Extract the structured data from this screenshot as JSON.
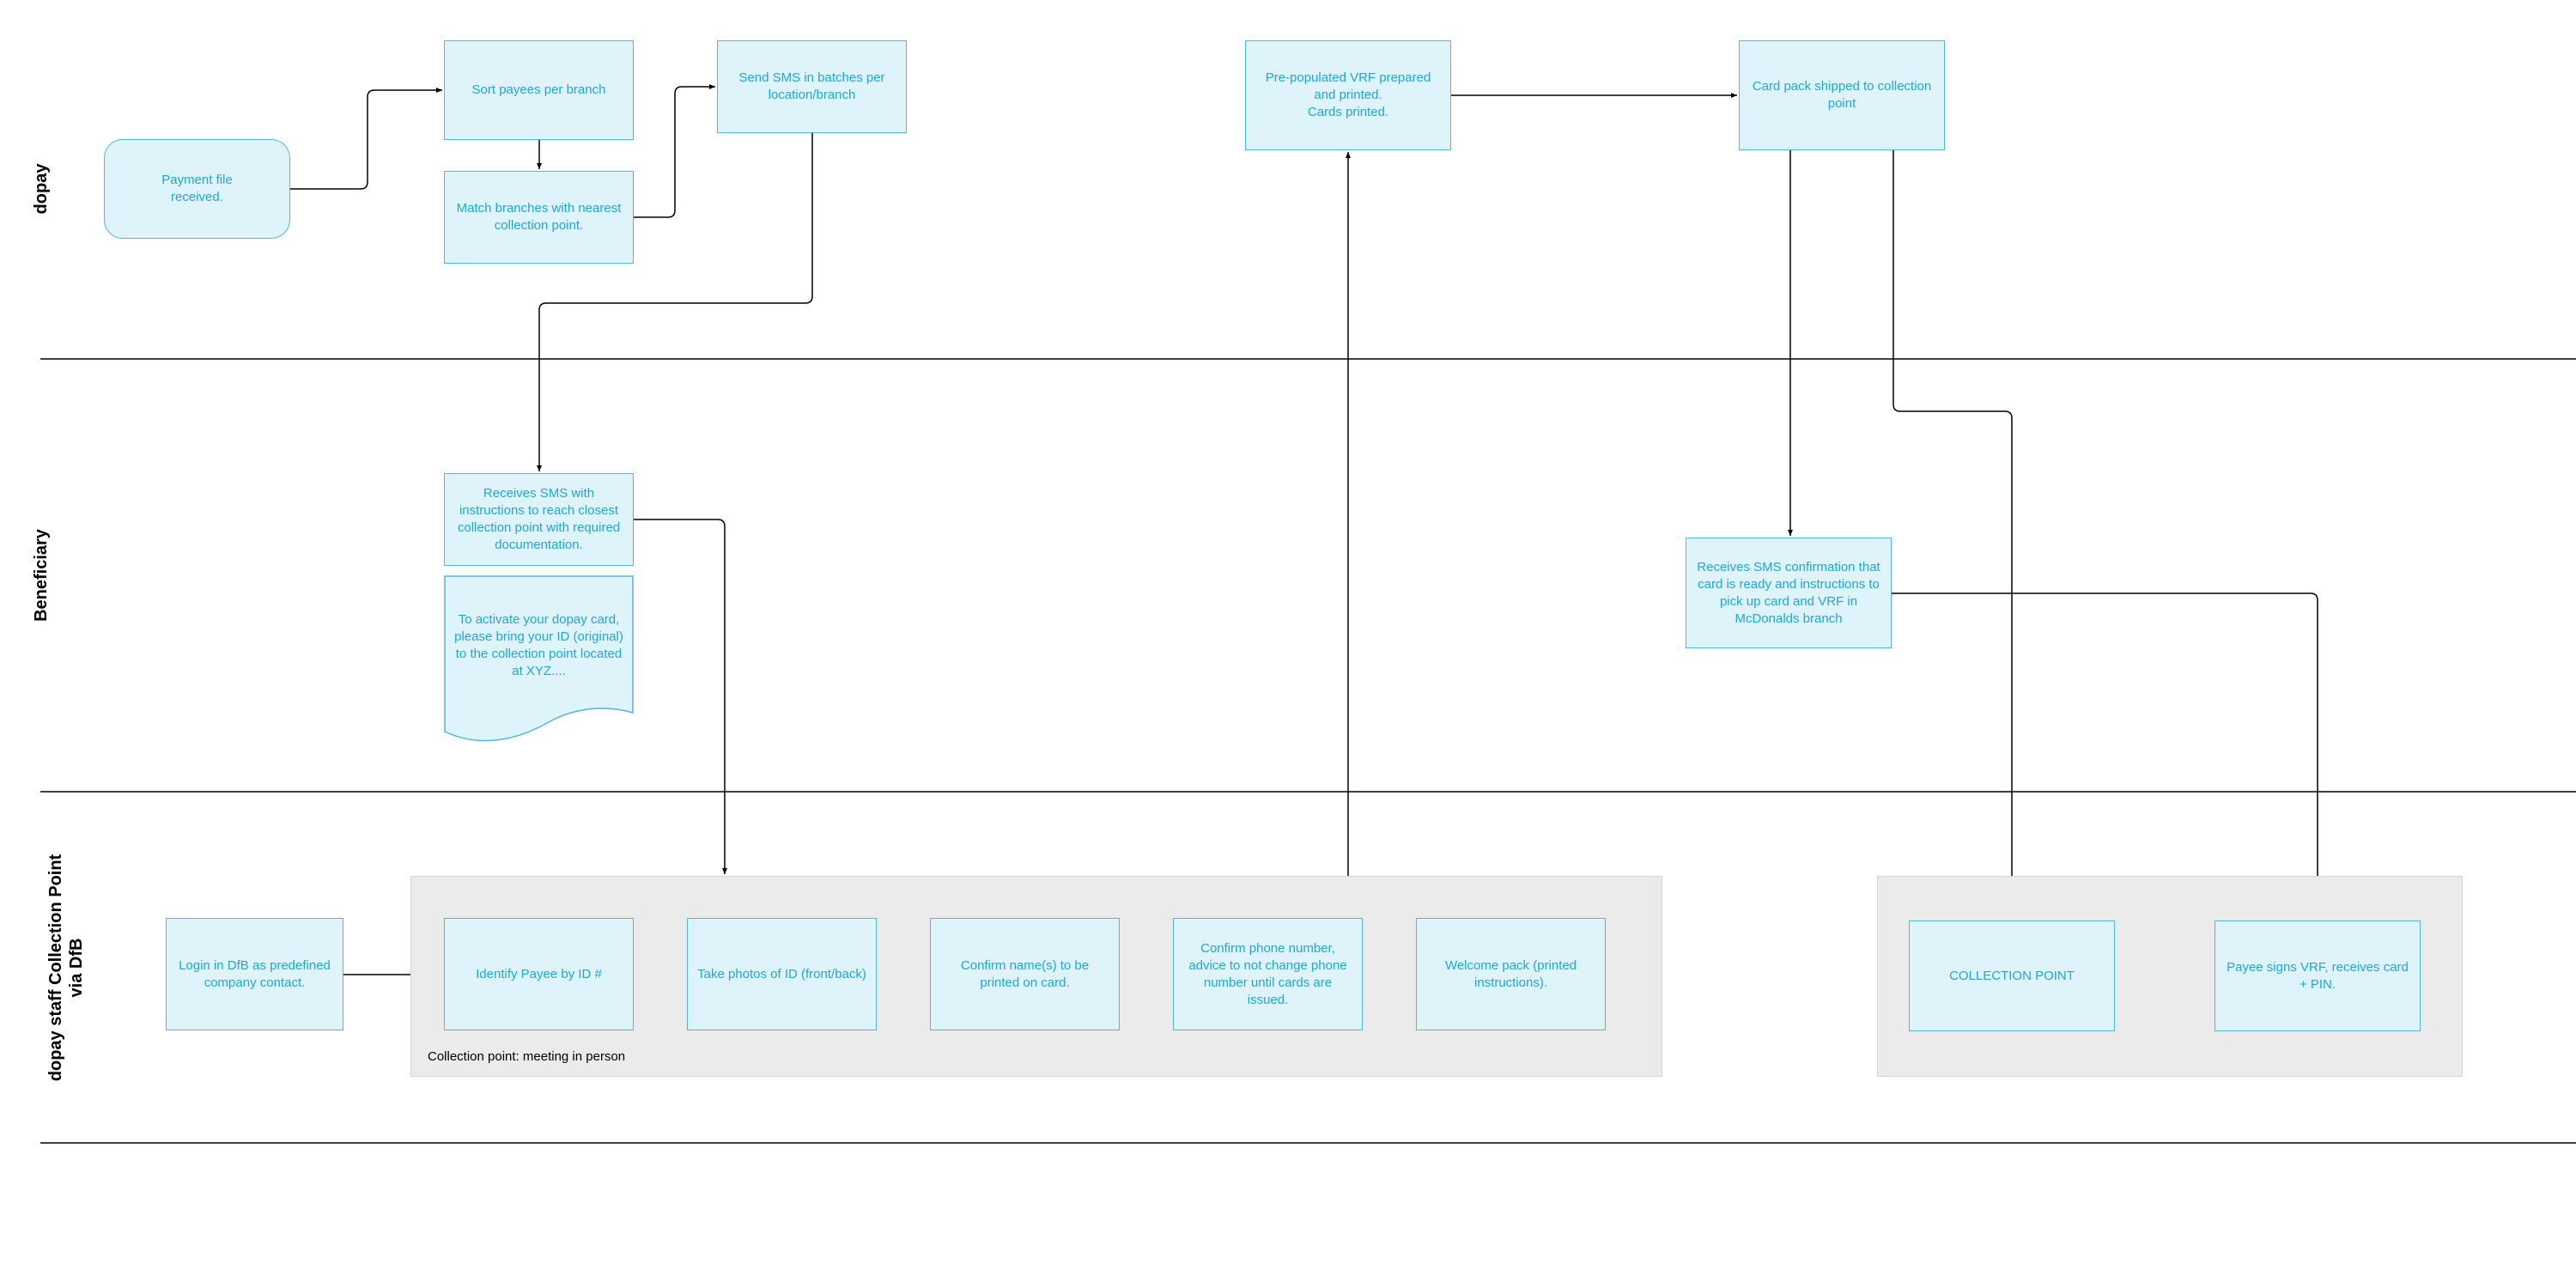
{
  "lanes": {
    "dopay": "dopay",
    "beneficiary": "Beneficiary",
    "collection": "dopay staff Collection Point\nvia DfB"
  },
  "groups": {
    "collection_caption": "Collection point: meeting in person"
  },
  "nodes": {
    "payment_file": "Payment file\nreceived.",
    "sort_payees": "Sort payees per branch",
    "match_branches": "Match branches with nearest collection point.",
    "send_sms": "Send SMS in batches per location/branch",
    "vrf_prepared": "Pre-populated VRF prepared and printed.\nCards printed.",
    "card_pack": "Card pack shipped to collection point",
    "receives_sms": "Receives SMS with instructions to reach closest collection point with required documentation.",
    "activate_doc": "To activate your dopay card, please bring your ID (original) to the collection point located at XYZ....",
    "receives_confirmation": "Receives SMS confirmation that card is ready and instructions to pick up card and VRF in McDonalds branch",
    "login_dfb": "Login in DfB as predefined company contact.",
    "identify_payee": "Identify Payee by ID #",
    "take_photos": "Take photos of ID (front/back)",
    "confirm_names": "Confirm name(s) to be printed on card.",
    "confirm_phone": "Confirm phone number, advice to not change phone number until cards are issued.",
    "welcome_pack": "Welcome pack (printed instructions).",
    "collection_point": "COLLECTION POINT",
    "payee_signs": "Payee signs VRF, receives card + PIN."
  },
  "colors": {
    "node_fill": "#dff3fa",
    "node_stroke": "#4fb8dc",
    "node_text": "#1ea8d6",
    "group_fill": "#ebebeb",
    "connector": "#000000"
  }
}
